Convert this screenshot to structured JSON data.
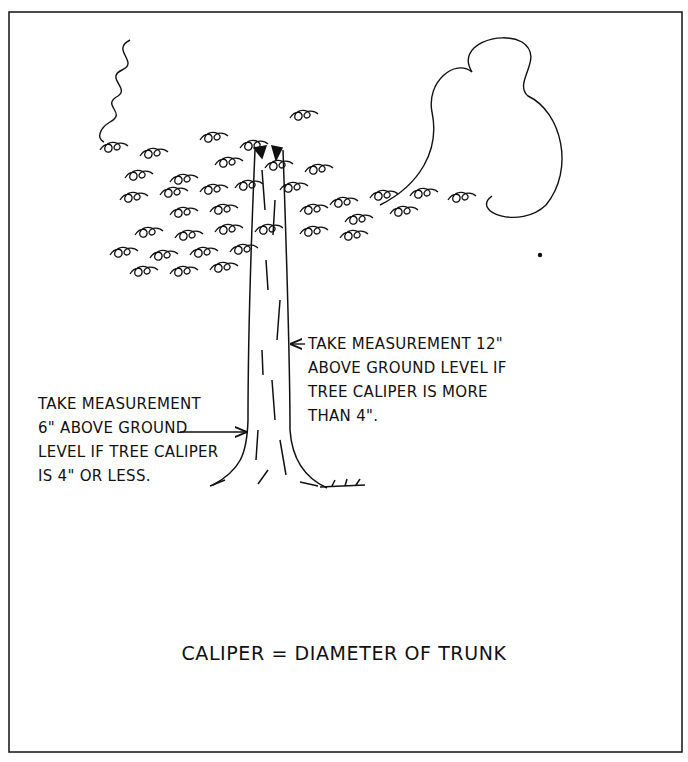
{
  "diagram": {
    "caption": "CALIPER = DIAMETER OF TRUNK",
    "labels": [
      "TAKE MEASUREMENT 6\" ABOVE GROUND LEVEL IF TREE CALIPER IS 4\" OR LESS.",
      "TAKE MEASUREMENT 12\" ABOVE GROUND LEVEL IF TREE CALIPER IS MORE THAN 4\"."
    ]
  }
}
